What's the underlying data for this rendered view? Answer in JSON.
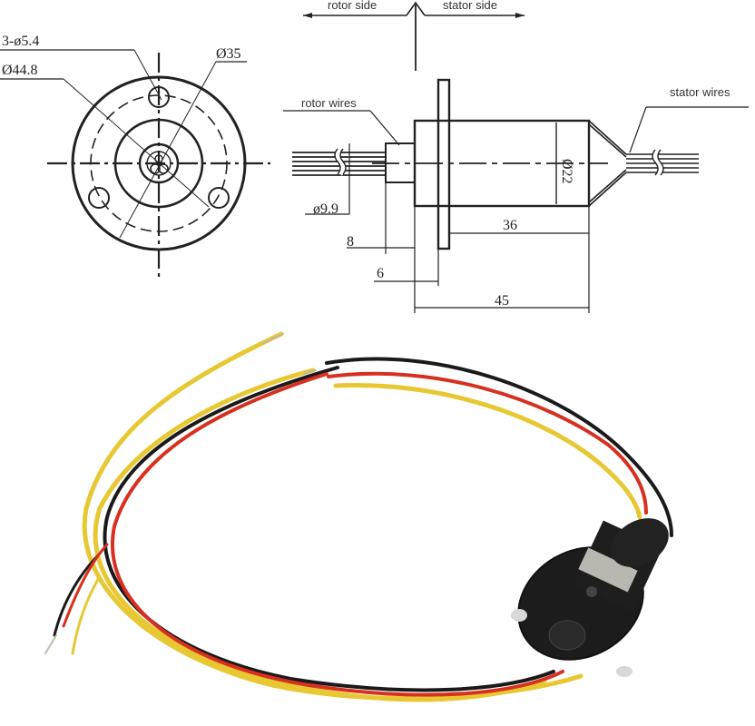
{
  "front_view": {
    "labels": {
      "holes": "3-ø5.4",
      "outer_diameter": "Ø44.8",
      "bolt_circle": "Ø35"
    }
  },
  "side_view": {
    "direction": {
      "rotor_side": "rotor side",
      "stator_side": "stator side"
    },
    "labels": {
      "rotor_wires": "rotor wires",
      "stator_wires": "stator wires",
      "body_diameter": "Ø22",
      "shaft_diameter": "ø9.9",
      "shaft_length": "8",
      "flange_thickness": "6",
      "body_length": "36",
      "total_length": "45"
    }
  },
  "photo": {
    "subject": "slip ring with wires",
    "wire_colors": {
      "yellow": "#e8c832",
      "red": "#d83020",
      "black": "#1a1a1a"
    },
    "body_color": "#1c1c1c",
    "label_color": "#b8b8b0"
  }
}
